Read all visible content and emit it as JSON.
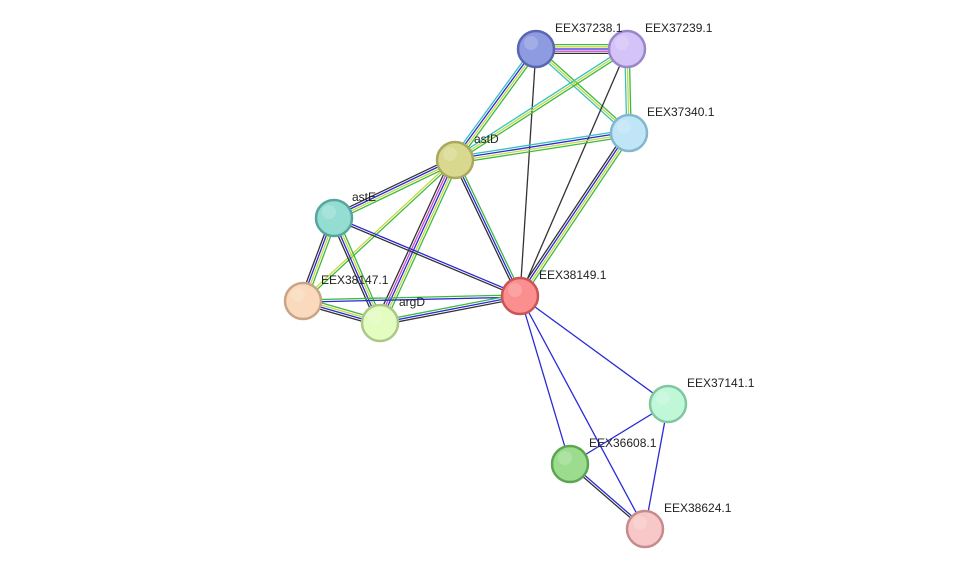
{
  "network": {
    "nodes": [
      {
        "id": "EEX37238.1",
        "label": "EEX37238.1",
        "color": "#8f9be0",
        "stroke": "#5a66b0"
      },
      {
        "id": "EEX37239.1",
        "label": "EEX37239.1",
        "color": "#d3c3f7",
        "stroke": "#9a86c9"
      },
      {
        "id": "EEX37340.1",
        "label": "EEX37340.1",
        "color": "#bfe5f7",
        "stroke": "#82b7d0"
      },
      {
        "id": "astD",
        "label": "astD",
        "color": "#d8d88e",
        "stroke": "#a8a85e"
      },
      {
        "id": "astE",
        "label": "astE",
        "color": "#94ddd3",
        "stroke": "#55a69c"
      },
      {
        "id": "EEX38147.1",
        "label": "EEX38147.1",
        "color": "#fbd9bc",
        "stroke": "#c9a587"
      },
      {
        "id": "argD",
        "label": "argD",
        "color": "#e3fcc0",
        "stroke": "#a9c889"
      },
      {
        "id": "EEX38149.1",
        "label": "EEX38149.1",
        "color": "#fb8e8e",
        "stroke": "#c95555"
      },
      {
        "id": "EEX37141.1",
        "label": "EEX37141.1",
        "color": "#c0f7d8",
        "stroke": "#80c7a0"
      },
      {
        "id": "EEX36608.1",
        "label": "EEX36608.1",
        "color": "#9bdc8e",
        "stroke": "#5ea553"
      },
      {
        "id": "EEX38624.1",
        "label": "EEX38624.1",
        "color": "#f8c7c7",
        "stroke": "#c48c8c"
      }
    ],
    "edges": [
      {
        "source": "EEX37238.1",
        "target": "EEX37239.1",
        "colors": [
          "#3dba3d",
          "#c8d842",
          "#2a2ad8",
          "#d04cd0",
          "#333333"
        ]
      },
      {
        "source": "EEX37238.1",
        "target": "EEX37340.1",
        "colors": [
          "#3dba3d",
          "#c8d842",
          "#38c2c2"
        ]
      },
      {
        "source": "EEX37238.1",
        "target": "astD",
        "colors": [
          "#3dba3d",
          "#c8d842",
          "#2a2ad8",
          "#38c2c2"
        ]
      },
      {
        "source": "EEX37238.1",
        "target": "EEX38149.1",
        "colors": [
          "#333333"
        ]
      },
      {
        "source": "EEX37239.1",
        "target": "EEX37340.1",
        "colors": [
          "#3dba3d",
          "#c8d842",
          "#38c2c2"
        ]
      },
      {
        "source": "EEX37239.1",
        "target": "astD",
        "colors": [
          "#3dba3d",
          "#c8d842",
          "#38c2c2"
        ]
      },
      {
        "source": "EEX37239.1",
        "target": "EEX38149.1",
        "colors": [
          "#333333"
        ]
      },
      {
        "source": "EEX37340.1",
        "target": "astD",
        "colors": [
          "#3dba3d",
          "#c8d842",
          "#2a2ad8",
          "#38c2c2"
        ]
      },
      {
        "source": "EEX37340.1",
        "target": "EEX38149.1",
        "colors": [
          "#3dba3d",
          "#c8d842",
          "#2a2ad8",
          "#333333"
        ]
      },
      {
        "source": "astD",
        "target": "astE",
        "colors": [
          "#3dba3d",
          "#c8d842",
          "#2a2ad8",
          "#333333"
        ]
      },
      {
        "source": "astD",
        "target": "EEX38147.1",
        "colors": [
          "#3dba3d",
          "#c8d842"
        ]
      },
      {
        "source": "astD",
        "target": "argD",
        "colors": [
          "#3dba3d",
          "#c8d842",
          "#2a2ad8",
          "#d04cd0",
          "#333333"
        ]
      },
      {
        "source": "astD",
        "target": "EEX38149.1",
        "colors": [
          "#3dba3d",
          "#2a2ad8",
          "#333333"
        ]
      },
      {
        "source": "astE",
        "target": "EEX38147.1",
        "colors": [
          "#3dba3d",
          "#c8d842",
          "#2a2ad8",
          "#333333"
        ]
      },
      {
        "source": "astE",
        "target": "argD",
        "colors": [
          "#3dba3d",
          "#c8d842",
          "#2a2ad8",
          "#333333"
        ]
      },
      {
        "source": "astE",
        "target": "EEX38149.1",
        "colors": [
          "#2a2ad8",
          "#333333"
        ]
      },
      {
        "source": "EEX38147.1",
        "target": "argD",
        "colors": [
          "#3dba3d",
          "#c8d842",
          "#2a2ad8",
          "#333333"
        ]
      },
      {
        "source": "EEX38147.1",
        "target": "EEX38149.1",
        "colors": [
          "#3dba3d",
          "#2a2ad8"
        ]
      },
      {
        "source": "argD",
        "target": "EEX38149.1",
        "colors": [
          "#3dba3d",
          "#2a2ad8",
          "#333333"
        ]
      },
      {
        "source": "EEX38149.1",
        "target": "EEX37141.1",
        "colors": [
          "#2a2ad8"
        ]
      },
      {
        "source": "EEX38149.1",
        "target": "EEX36608.1",
        "colors": [
          "#2a2ad8"
        ]
      },
      {
        "source": "EEX38149.1",
        "target": "EEX38624.1",
        "colors": [
          "#2a2ad8"
        ]
      },
      {
        "source": "EEX37141.1",
        "target": "EEX36608.1",
        "colors": [
          "#2a2ad8"
        ]
      },
      {
        "source": "EEX37141.1",
        "target": "EEX38624.1",
        "colors": [
          "#2a2ad8"
        ]
      },
      {
        "source": "EEX36608.1",
        "target": "EEX38624.1",
        "colors": [
          "#2a2ad8",
          "#333333"
        ]
      }
    ]
  }
}
